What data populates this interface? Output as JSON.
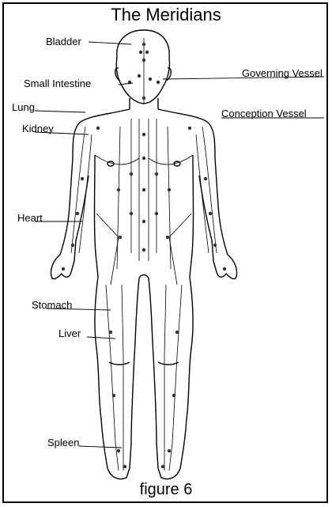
{
  "title": "The Meridians",
  "caption": "figure 6",
  "labels": {
    "bladder": "Bladder",
    "small_intestine": "Small Intestine",
    "governing_vessel": "Governing Vessel",
    "lung": "Lung",
    "conception_vessel": "Conception Vessel",
    "kidney": "Kidney",
    "heart": "Heart",
    "stomach": "Stomach",
    "liver": "Liver",
    "spleen": "Spleen"
  }
}
